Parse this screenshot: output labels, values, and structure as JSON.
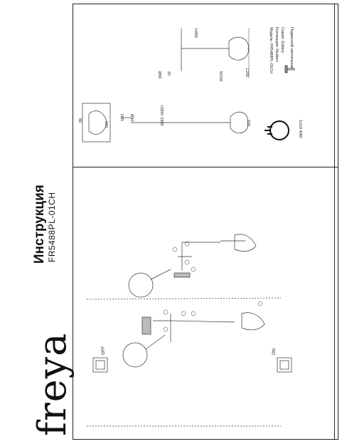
{
  "brand": "freya",
  "header": {
    "title": "Инструкция",
    "model": "FR5488PL-01CH"
  },
  "switch_labels": {
    "off": "OFF",
    "on": "ON"
  },
  "dimensions": {
    "d80": "80",
    "d160a": "160",
    "h25": "H25",
    "d90": "Ø90",
    "h300_1900": "H300~1900",
    "d160b": "160",
    "d25": "25",
    "d90b": "Ø90",
    "w150": "W150",
    "h400": "H400",
    "l200": "L200"
  },
  "bulb_spec": "1xG9 40W",
  "specs": {
    "model_label": "Модель:",
    "model_value": "FR5488PL-01CH",
    "collection_label": "Коллекция:",
    "collection_value": "Modern",
    "series_label": "Серия:",
    "series_value": "Esbery",
    "type_value": "Подвесной светильник"
  }
}
